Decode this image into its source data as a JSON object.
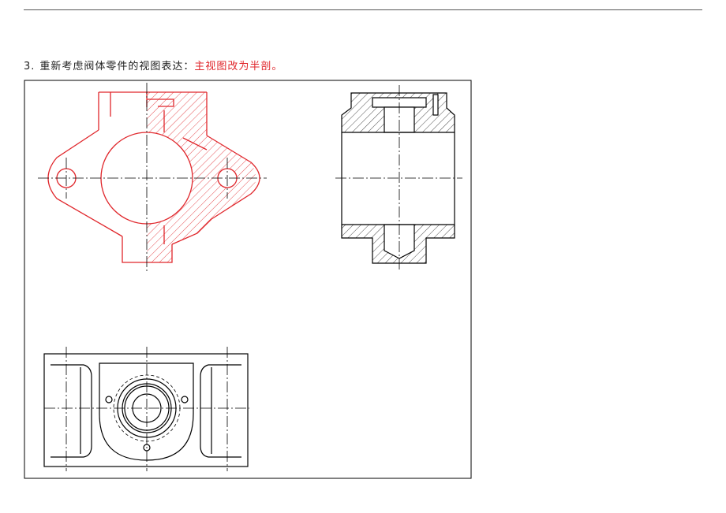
{
  "heading": {
    "number": "3.",
    "text": "重新考虑阀体零件的视图表达：",
    "highlight": "主视图改为半剖。"
  },
  "colors": {
    "highlight": "#e0262b",
    "drawing_ink": "#000000",
    "frame": "#000000"
  }
}
